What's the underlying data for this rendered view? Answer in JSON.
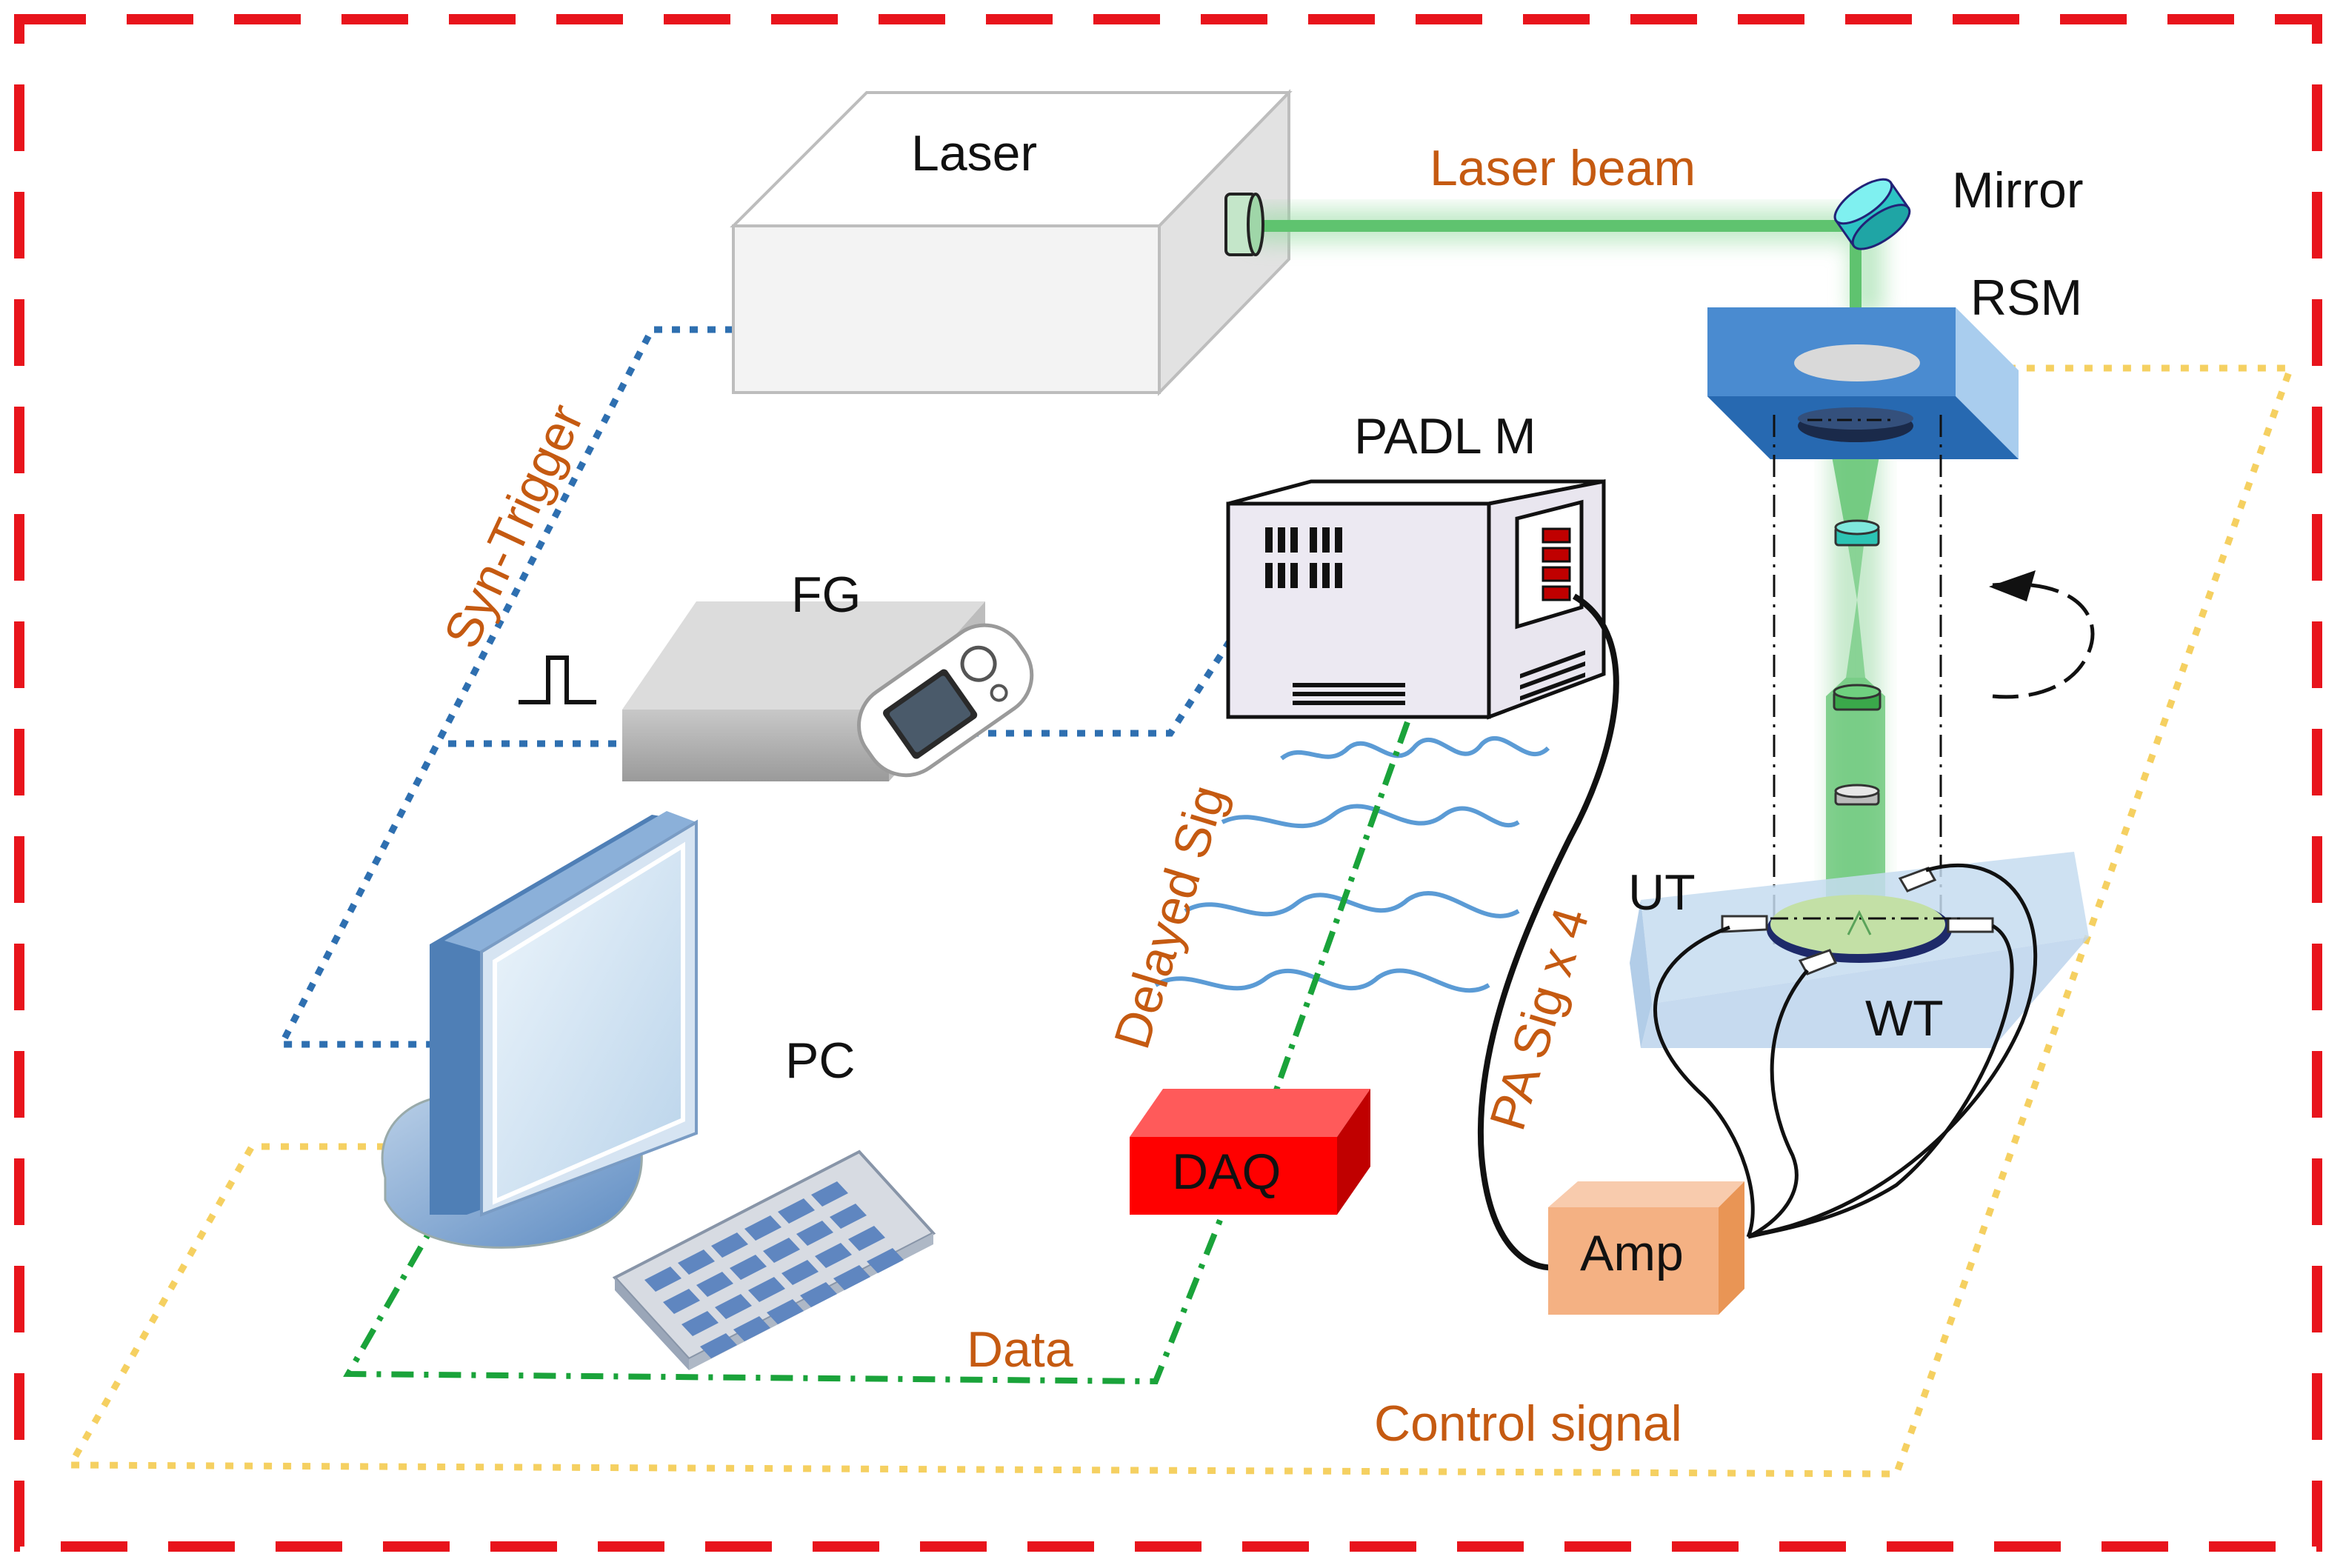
{
  "labels": {
    "laser": "Laser",
    "laser_beam": "Laser beam",
    "mirror": "Mirror",
    "rsm": "RSM",
    "padl_m": "PADL M",
    "fg": "FG",
    "syn_trigger": "Syn-Trigger",
    "delayed_sig": "Delayed Sig",
    "pa_sig": "PA Sig x 4",
    "ut": "UT",
    "wt": "WT",
    "pc": "PC",
    "daq": "DAQ",
    "amp": "Amp",
    "data": "Data",
    "control_signal": "Control signal"
  },
  "colors": {
    "border": "#e8141c",
    "trigger_line": "#2e6fb0",
    "data_line": "#1aa33a",
    "control_line": "#f5d061",
    "beam": "#5fc36f",
    "label_orange": "#c55a11",
    "daq_red": "#ff0000",
    "amp_orange": "#f4b183",
    "rsm_blue": "#2f7ec8",
    "wave_blue": "#5b9bd5"
  },
  "icons": [
    "pulse-icon",
    "rotation-arrow-icon"
  ]
}
